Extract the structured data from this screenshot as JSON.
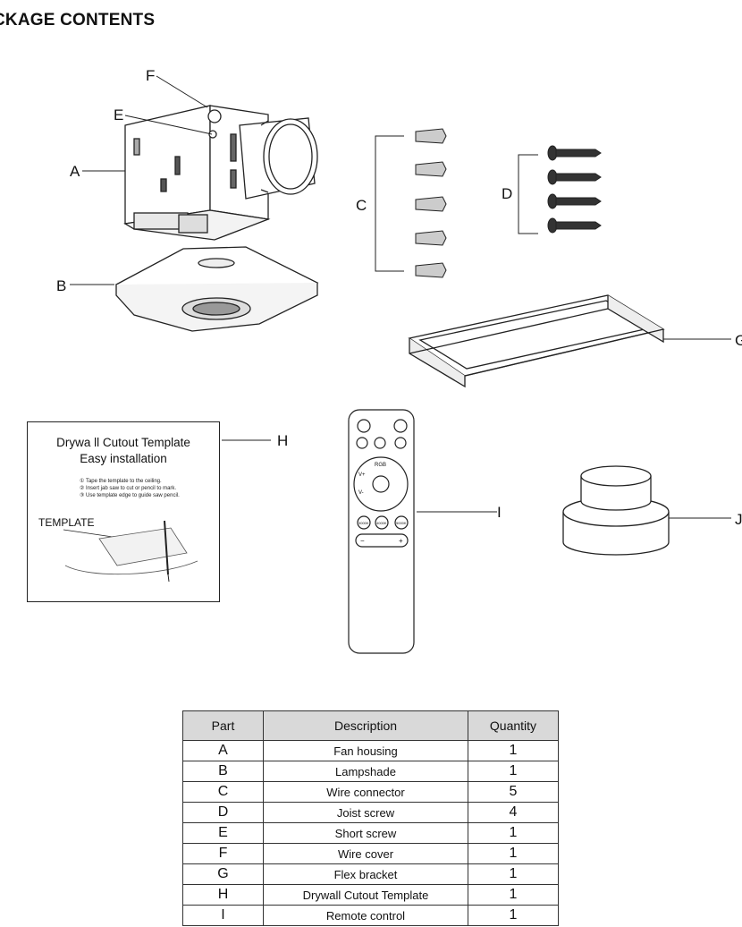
{
  "page": {
    "title": "CKAGE CONTENTS"
  },
  "labels": {
    "a": "A",
    "b": "B",
    "c": "C",
    "d": "D",
    "e": "E",
    "f": "F",
    "g": "G",
    "h": "H",
    "i": "I",
    "j": "J"
  },
  "template_card": {
    "title_line1": "Drywa ll Cutout Template",
    "title_line2": "Easy installation",
    "steps": [
      "① Tape the template to the ceiling.",
      "② Insert jab saw to cut or pencil to mark.",
      "③ Use template edge to guide saw pencil."
    ],
    "word": "TEMPLATE"
  },
  "remote": {
    "rgb": "RGB",
    "vplus": "V+",
    "vminus": "V-",
    "cct1": "3000K",
    "cct2": "4000K",
    "cct3": "5000K",
    "minus": "−",
    "plus": "+"
  },
  "table": {
    "headers": [
      "Part",
      "Description",
      "Quantity"
    ],
    "rows": [
      [
        "A",
        "Fan housing",
        "1"
      ],
      [
        "B",
        "Lampshade",
        "1"
      ],
      [
        "C",
        "Wire connector",
        "5"
      ],
      [
        "D",
        "Joist screw",
        "4"
      ],
      [
        "E",
        "Short screw",
        "1"
      ],
      [
        "F",
        "Wire cover",
        "1"
      ],
      [
        "G",
        "Flex bracket",
        "1"
      ],
      [
        "H",
        "Drywall Cutout Template",
        "1"
      ],
      [
        "I",
        "Remote control",
        "1"
      ]
    ]
  }
}
